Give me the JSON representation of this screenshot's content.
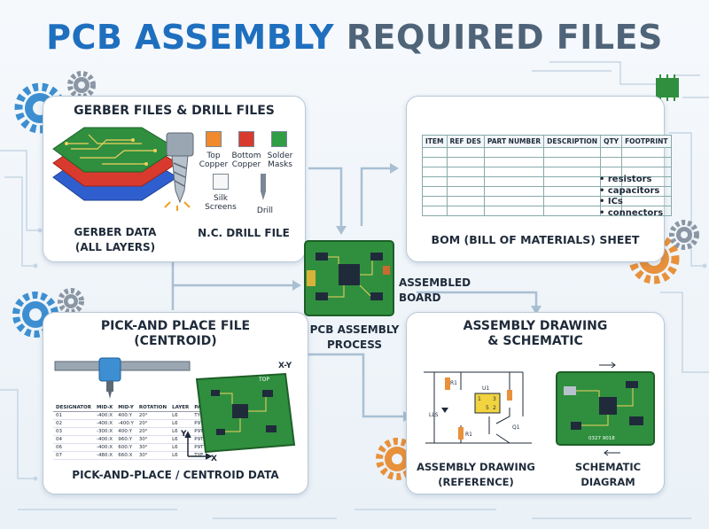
{
  "title": {
    "part1": "PCB ASSEMBLY",
    "part2": "REQUIRED FILES"
  },
  "gerber": {
    "title": "GERBER FILES & DRILL FILES",
    "gerber_caption_1": "GERBER DATA",
    "gerber_caption_2": "(ALL LAYERS)",
    "drill_caption": "N.C. DRILL FILE",
    "layers": [
      {
        "label_1": "Top",
        "label_2": "Copper",
        "color": "#f08a2c"
      },
      {
        "label_1": "Bottom",
        "label_2": "Copper",
        "color": "#d93a2e"
      },
      {
        "label_1": "Solder",
        "label_2": "Masks",
        "color": "#2f9e44"
      },
      {
        "label_1": "Silk",
        "label_2": "Screens",
        "color": "#f7f7f7"
      }
    ],
    "drill_label": "Drill"
  },
  "bom": {
    "caption": "BOM (BILL OF MATERIALS) SHEET",
    "headers": [
      "ITEM",
      "REF DES",
      "PART NUMBER",
      "DESCRIPTION",
      "QTY",
      "FOOTPRINT"
    ],
    "rows": 7,
    "components": [
      "• resistors",
      "• capacitors",
      "• ICs",
      "• connectors"
    ]
  },
  "center": {
    "label_1": "PCB ASSEMBLY",
    "label_2": "PROCESS",
    "assembled_1": "ASSEMBLED",
    "assembled_2": "BOARD"
  },
  "pnp": {
    "title_1": "PICK-AND PLACE FILE",
    "title_2": "(CENTROID)",
    "caption": "PICK-AND-PLACE / CENTROID DATA",
    "headers": [
      "DESIGNATOR",
      "MID-X",
      "MID-Y",
      "ROTATION",
      "LAYER",
      "PART"
    ],
    "rows": [
      [
        "01",
        "-400:X",
        "400:Y",
        "20°",
        "L6",
        "TYP"
      ],
      [
        "02",
        "-400:X",
        "-400:Y",
        "20°",
        "L6",
        "P9T"
      ],
      [
        "03",
        "-300:X",
        "400:Y",
        "20°",
        "L6",
        "P9T"
      ],
      [
        "04",
        "-400:X",
        "960:Y",
        "30°",
        "L6",
        "P9T"
      ],
      [
        "06",
        "-400:X",
        "600:Y",
        "30°",
        "L6",
        "P9T"
      ],
      [
        "07",
        "-480:X",
        "660:X",
        "30°",
        "L6",
        "TYE"
      ]
    ],
    "top_label": "TOP",
    "xy_label": "X-Y",
    "axis_x": "X",
    "axis_y": "Y"
  },
  "assembly": {
    "title_1": "ASSEMBLY DRAWING",
    "title_2": "& SCHEMATIC",
    "drawing_caption_1": "ASSEMBLY DRAWING",
    "drawing_caption_2": "(REFERENCE)",
    "schematic_caption_1": "SCHEMATIC",
    "schematic_caption_2": "DIAGRAM",
    "refs": [
      "R1",
      "U1",
      "R1",
      "Q1",
      "LLS"
    ],
    "ic_pins": [
      "1",
      "3",
      "5",
      "2"
    ],
    "board_text": "0327 9018"
  },
  "colors": {
    "blue": "#1f6fbf",
    "gray": "#4f6478",
    "pcb_green": "#2f8f3e",
    "gear_blue": "#3d8fd1",
    "gear_orange": "#e8913a",
    "gear_gray": "#8a96a3"
  }
}
